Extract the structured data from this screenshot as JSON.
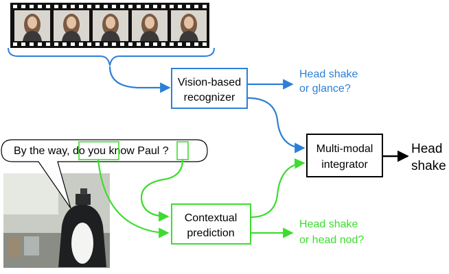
{
  "filmstrip": {
    "frame_count": 5
  },
  "speech_bubble": {
    "prefix": "By the way,",
    "highlight_1": "do you",
    "middle": "know Paul",
    "highlight_2": "?"
  },
  "nodes": {
    "vision": {
      "line1": "Vision-based",
      "line2": "recognizer"
    },
    "context": {
      "line1": "Contextual",
      "line2": "prediction"
    },
    "integrator": {
      "line1": "Multi-modal",
      "line2": "integrator"
    }
  },
  "outputs": {
    "vision": {
      "line1": "Head shake",
      "line2": "or glance?"
    },
    "context": {
      "line1": "Head shake",
      "line2": "or head nod?"
    },
    "final": {
      "line1": "Head",
      "line2": "shake"
    }
  },
  "colors": {
    "vision": "#2c7fd6",
    "context": "#3ddc2e",
    "final": "#000000",
    "film": "#111111",
    "frame_bg": "#d9d6d0",
    "robot_bg": "#c9ccc4"
  }
}
